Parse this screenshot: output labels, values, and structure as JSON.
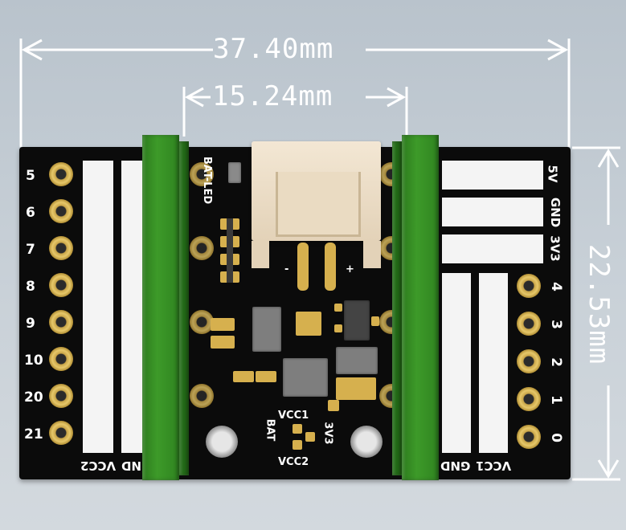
{
  "dimensions": {
    "width_total": "37.40mm",
    "pitch": "15.24mm",
    "height": "22.53mm"
  },
  "left_pins": [
    "5",
    "6",
    "7",
    "8",
    "9",
    "10",
    "20",
    "21"
  ],
  "right_pins": [
    "4",
    "3",
    "2",
    "1",
    "0"
  ],
  "right_power_labels": [
    "5V",
    "GND",
    "3V3"
  ],
  "left_bottom_labels": {
    "vcc2": "VCC2",
    "gnd": "ND"
  },
  "right_bottom_labels": {
    "gnd": "GND",
    "vcc1": "VCC1"
  },
  "bat_led": "BAT-LED",
  "connector_minus": "-",
  "connector_plus": "+",
  "jumper_labels": {
    "vcc1": "VCC1",
    "bat": "BAT",
    "v3v3": "3V3",
    "vcc2": "VCC2"
  },
  "colors": {
    "board": "#0b0b0b",
    "header_green": "#3d9a29",
    "pad_gold": "#e7c86a",
    "dimension_lines": "#ffffff"
  }
}
